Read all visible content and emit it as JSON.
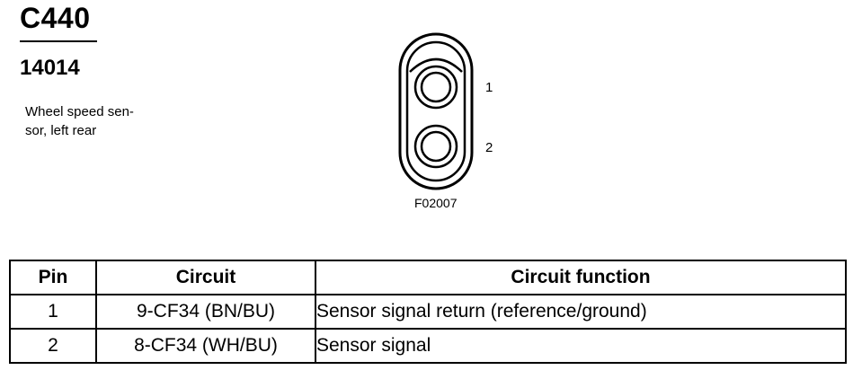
{
  "header": {
    "connector_id": "C440",
    "part_number": "14014",
    "description": "Wheel speed sen-\nsor, left rear"
  },
  "connector": {
    "pins": [
      {
        "label": "1"
      },
      {
        "label": "2"
      }
    ],
    "figure_code": "F02007"
  },
  "table": {
    "columns": [
      "Pin",
      "Circuit",
      "Circuit function"
    ],
    "rows": [
      {
        "pin": "1",
        "circuit": "9-CF34 (BN/BU)",
        "function": "Sensor signal return (reference/ground)"
      },
      {
        "pin": "2",
        "circuit": "8-CF34 (WH/BU)",
        "function": "Sensor signal"
      }
    ]
  }
}
